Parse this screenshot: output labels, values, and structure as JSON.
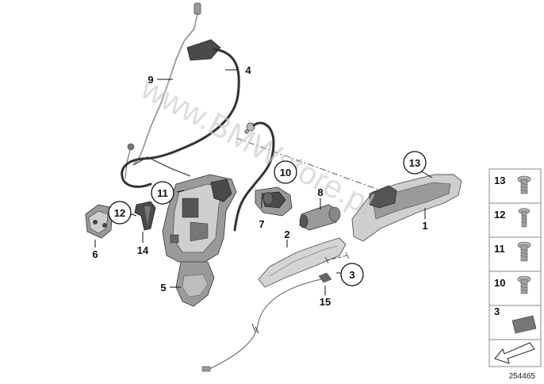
{
  "watermark": "www.BMWstore.pl",
  "catalog_number": "254465",
  "callouts": {
    "c1": "1",
    "c2": "2",
    "c3": "3",
    "c4": "4",
    "c5": "5",
    "c6": "6",
    "c7": "7",
    "c8": "8",
    "c9": "9",
    "c10": "10",
    "c11": "11",
    "c12": "12",
    "c13": "13",
    "c14": "14",
    "c15": "15"
  },
  "legend": [
    {
      "label": "13",
      "icon": "screw-icon"
    },
    {
      "label": "12",
      "icon": "screw-icon"
    },
    {
      "label": "11",
      "icon": "screw-icon"
    },
    {
      "label": "10",
      "icon": "screw-icon"
    },
    {
      "label": "3",
      "icon": "pad-icon"
    }
  ]
}
